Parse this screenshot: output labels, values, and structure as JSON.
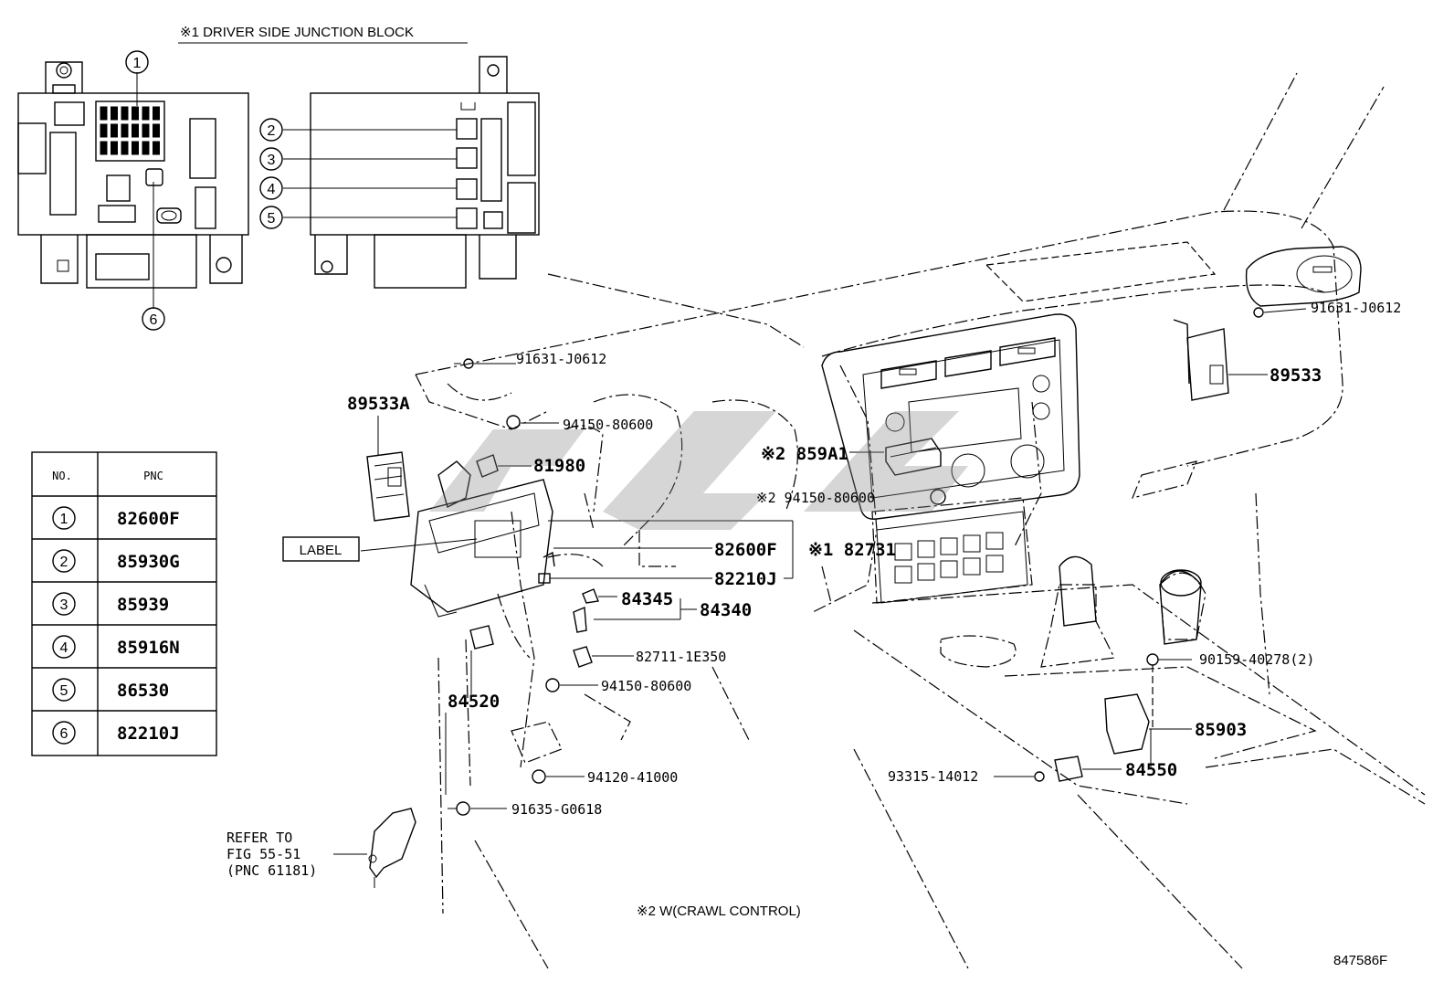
{
  "header": {
    "title": "※1 DRIVER SIDE JUNCTION BLOCK"
  },
  "table": {
    "columns": [
      "NO.",
      "PNC"
    ],
    "rows": [
      {
        "no": "1",
        "pnc": "82600F"
      },
      {
        "no": "2",
        "pnc": "85930G"
      },
      {
        "no": "3",
        "pnc": "85939"
      },
      {
        "no": "4",
        "pnc": "85916N"
      },
      {
        "no": "5",
        "pnc": "86530"
      },
      {
        "no": "6",
        "pnc": "82210J"
      }
    ]
  },
  "callouts": {
    "c1": "1",
    "c2": "2",
    "c3": "3",
    "c4": "4",
    "c5": "5",
    "c6": "6"
  },
  "parts": {
    "p_91631_left": "91631-J0612",
    "p_91631_right": "91631-J0612",
    "p_89533A": "89533A",
    "p_89533": "89533",
    "p_94150_a": "94150-80600",
    "p_81980": "81980",
    "p_859A1": "※2 859A1",
    "p_94150_b": "※2 94150-80600",
    "p_label": "LABEL",
    "p_82600F": "82600F",
    "p_82731": "※1 82731",
    "p_82210J": "82210J",
    "p_84345": "84345",
    "p_84340": "84340",
    "p_82711": "82711-1E350",
    "p_94150_c": "94150-80600",
    "p_84520": "84520",
    "p_90159": "90159-40278(2)",
    "p_85903": "85903",
    "p_93315": "93315-14012",
    "p_84550": "84550",
    "p_94120": "94120-41000",
    "p_91635": "91635-G0618",
    "p_refer1": "REFER TO",
    "p_refer2": "FIG 55-51",
    "p_refer3": "(PNC 61181)"
  },
  "footnote": "※2 W(CRAWL CONTROL)",
  "figure_id": "847586F"
}
